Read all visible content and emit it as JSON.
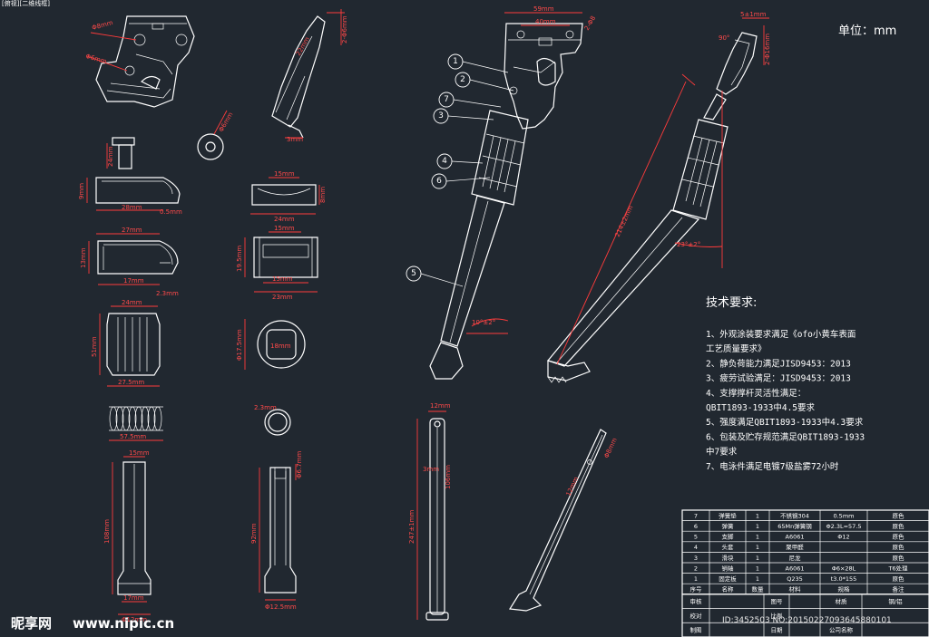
{
  "header_text": "[俯视][二维线框]",
  "unit_label": "单位：mm",
  "requirements": {
    "title": "技术要求:",
    "lines": [
      "1、外观涂装要求满足《ofo小黄车表面",
      "工艺质量要求》",
      "2、静负荷能力满足JISD9453：2013",
      "3、疲劳试验满足：JISD9453：2013",
      "4、支撑撑杆灵活性满足：",
      "QBIT1893-1933中4.5要求",
      "5、强度满足QBIT1893-1933中4.3要求",
      "6、包装及贮存规范满足QBIT1893-1933",
      "中7要求",
      "7、电泳件满足电镀7级盐雾72小时"
    ]
  },
  "dimensions": {
    "d_59": "59mm",
    "d_40": "40mm",
    "d_2m8": "2-Φ8",
    "d_5": "5±1mm",
    "d_90": "90°",
    "d_216": "2-Φ16mm",
    "d_len": "214±2mm",
    "d_ang1": "23°±2°",
    "d_ang2": "10°±2°",
    "p1_d8": "Φ8mm",
    "p1_d6": "Φ6mm",
    "p2_22": "22mm",
    "p2_3": "3mm",
    "p2_2": "2-Φ6mm",
    "w_d": "Φ6mm",
    "s_24": "24mm",
    "b1_28": "28mm",
    "b1_05": "0.5mm",
    "b1_h": "9mm",
    "b2_27": "27mm",
    "b2_17": "17mm",
    "b2_23": "2.3mm",
    "b2_h": "13mm",
    "c1_15": "15mm",
    "c1_24": "24mm",
    "c1_h": "8mm",
    "c2_15": "15mm",
    "c2_23": "23mm",
    "c2_h": "19.5mm",
    "g_24": "24mm",
    "g_27": "27.5mm",
    "g_h": "51mm",
    "r_175": "Φ17.5mm",
    "r_in": "18mm",
    "sp_57": "57.5mm",
    "ring_d": "2.3mm",
    "pin_15": "15mm",
    "pin_108": "108mm",
    "pin_17": "17mm",
    "pin_d": "Φ12mm",
    "pin2_10": "Φ6.7mm",
    "pin2_92": "92mm",
    "pin2_d": "Φ12.5mm",
    "rod_12": "12mm",
    "rod_247": "247±1mm",
    "rod_3": "3mm",
    "rod_106": "106mm",
    "rod2_12": "12mm",
    "rod2_d": "Φ8mm"
  },
  "balloons": [
    "1",
    "2",
    "7",
    "3",
    "4",
    "6",
    "5"
  ],
  "bom": {
    "rows": [
      [
        "7",
        "弹簧垫",
        "1",
        "不锈钢304",
        "0.5mm",
        "原色"
      ],
      [
        "6",
        "弹簧",
        "1",
        "65Mn弹簧钢",
        "Φ2.3L=57.5",
        "原色"
      ],
      [
        "5",
        "支脚",
        "1",
        "A6061",
        "Φ12",
        "原色"
      ],
      [
        "4",
        "头套",
        "1",
        "聚甲醛",
        "",
        "原色"
      ],
      [
        "3",
        "滑块",
        "1",
        "尼龙",
        "",
        "原色"
      ],
      [
        "2",
        "销轴",
        "1",
        "A6061",
        "Φ6×28L",
        "T6处理"
      ],
      [
        "1",
        "固定板",
        "1",
        "Q235",
        "t3.0*155",
        "原色"
      ]
    ],
    "header": [
      "序号",
      "名称",
      "数量",
      "材料",
      "规格",
      "备注"
    ],
    "sig1": [
      "审核",
      "",
      "图号",
      "",
      "材质",
      "钢/铝"
    ],
    "sig2": [
      "校对",
      "",
      "比例",
      "",
      "",
      ""
    ],
    "sig3": [
      "制图",
      "",
      "日期",
      "",
      "公司名称",
      ""
    ]
  },
  "watermark": {
    "brand": "昵享网",
    "url": "www.nipic.cn",
    "id": "ID:3452503 NO:20150227093645880101"
  }
}
